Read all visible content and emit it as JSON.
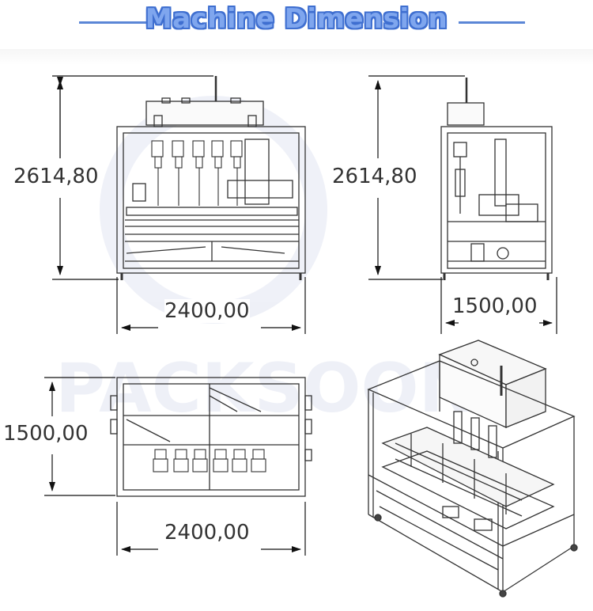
{
  "header": {
    "title": "Machine Dimension",
    "accent_color": "#3f6fd0"
  },
  "drawings": {
    "front_view": {
      "height_label": "2614,80",
      "width_label": "2400,00"
    },
    "side_view": {
      "height_label": "2614,80",
      "width_label": "1500,00"
    },
    "top_view": {
      "depth_label": "1500,00",
      "width_label": "2400,00"
    },
    "iso_view": {}
  },
  "watermark": {
    "text": "PACKSOON"
  }
}
